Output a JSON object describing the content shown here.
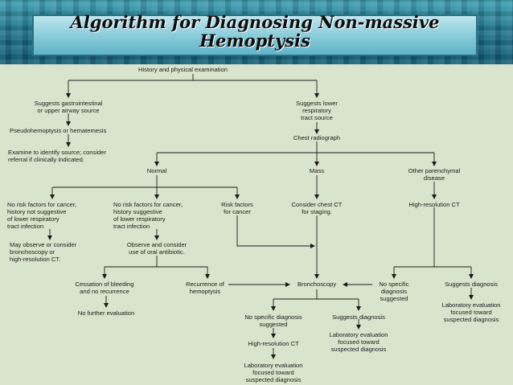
{
  "slide": {
    "title": "Algorithm for Diagnosing Non-massive Hemoptysis"
  },
  "nodes": {
    "history": "History and physical examination",
    "gi_source": "Suggests gastrointestinal\nor upper airway source",
    "lower_source": "Suggests lower\nrespiratory\ntract source",
    "pseudo": "Pseudohemoptysis or hematemesis",
    "examine": "Examine to identify source; consider\nreferral if clinically indicated.",
    "chest_xray": "Chest radiograph",
    "normal": "Normal",
    "mass": "Mass",
    "other_parenchymal": "Other parenchymal\ndisease",
    "no_risk_not_suggestive": "No risk factors for cancer,\nhistory not suggestive\nof lower respiratory\ntract infection",
    "no_risk_suggestive": "No risk factors for cancer,\nhistory suggestive\nof lower respiratory\ntract infection",
    "risk_factors": "Risk factors\nfor cancer",
    "consider_ct": "Consider chest CT\nfor staging.",
    "hrct_right": "High-resolution CT",
    "may_observe": "May observe or consider\nbronchoscopy or\nhigh-resolution CT.",
    "observe_antibiotic": "Observe and consider\nuse of oral antibiotic.",
    "cessation": "Cessation of bleeding\nand no recurrence",
    "recurrence": "Recurrence of\nhemoptysis",
    "bronchoscopy": "Bronchoscopy",
    "no_specific_right": "No specific\ndiagnosis\nsuggested",
    "suggests_diag_right": "Suggests diagnosis",
    "no_further": "No further evaluation",
    "lab_right": "Laboratory evaluation\nfocused toward\nsuspected diagnosis",
    "no_specific_center": "No specific diagnosis\nsuggested",
    "suggests_diag_center": "Suggests diagnosis",
    "lab_center": "Laboratory evaluation\nfocused toward\nsuspected diagnosis",
    "hrct_center": "High-resolution CT",
    "lab_bottom": "Laboratory evaluation\nfocused toward\nsuspected diagnosis"
  }
}
